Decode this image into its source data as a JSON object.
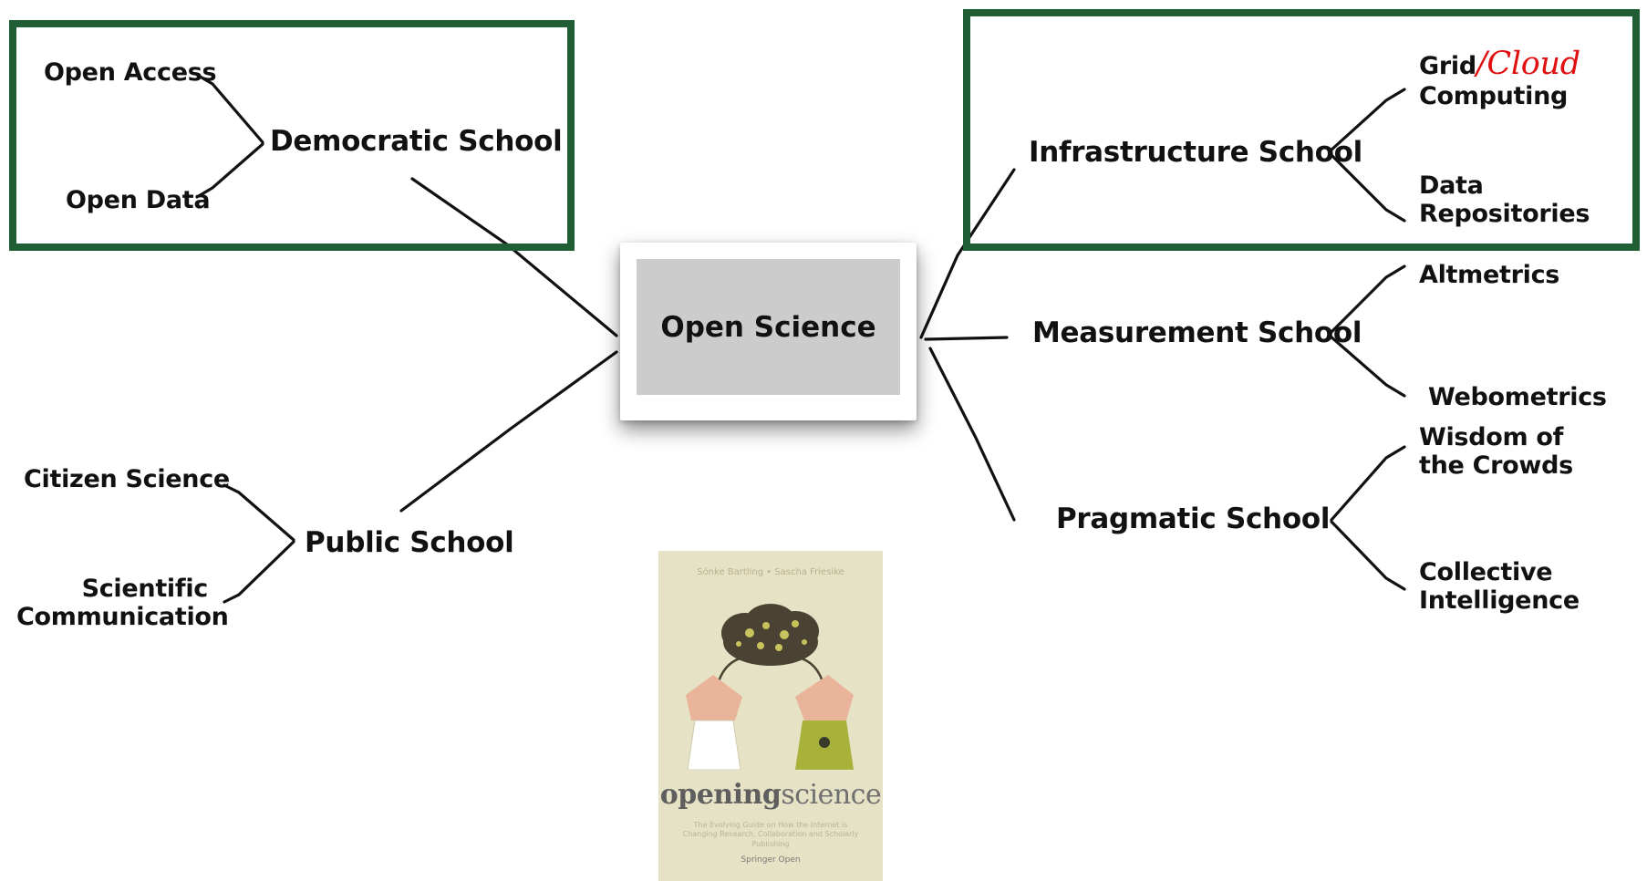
{
  "diagram": {
    "center": "Open Science",
    "schools": {
      "democratic": {
        "label": "Democratic School",
        "children": [
          "Open Access",
          "Open Data"
        ]
      },
      "public": {
        "label": "Public School",
        "children": [
          "Citizen Science",
          "Scientific Communication"
        ]
      },
      "infrastructure": {
        "label": "Infrastructure School",
        "children": [
          {
            "line1": "Grid",
            "line1_addition": "/Cloud",
            "line2": "Computing"
          },
          "Data Repositories"
        ]
      },
      "measurement": {
        "label": "Measurement School",
        "children": [
          "Altmetrics",
          "Webometrics"
        ]
      },
      "pragmatic": {
        "label": "Pragmatic School",
        "children": [
          "Wisdom of the Crowds",
          "Collective Intelligence"
        ]
      }
    }
  },
  "book": {
    "author": "Sönke Bartling • Sascha Friesike",
    "title_bold": "opening",
    "title_light": "science",
    "subtitle": "The Evolving Guide on How the Internet is Changing Research, Collaboration and Scholarly Publishing",
    "publisher": "Springer Open"
  },
  "colors": {
    "highlight_frame": "#1f5e34",
    "center_box": "#cccccc",
    "added_text": "#e01010",
    "book_cover": "#e6e2c5"
  }
}
